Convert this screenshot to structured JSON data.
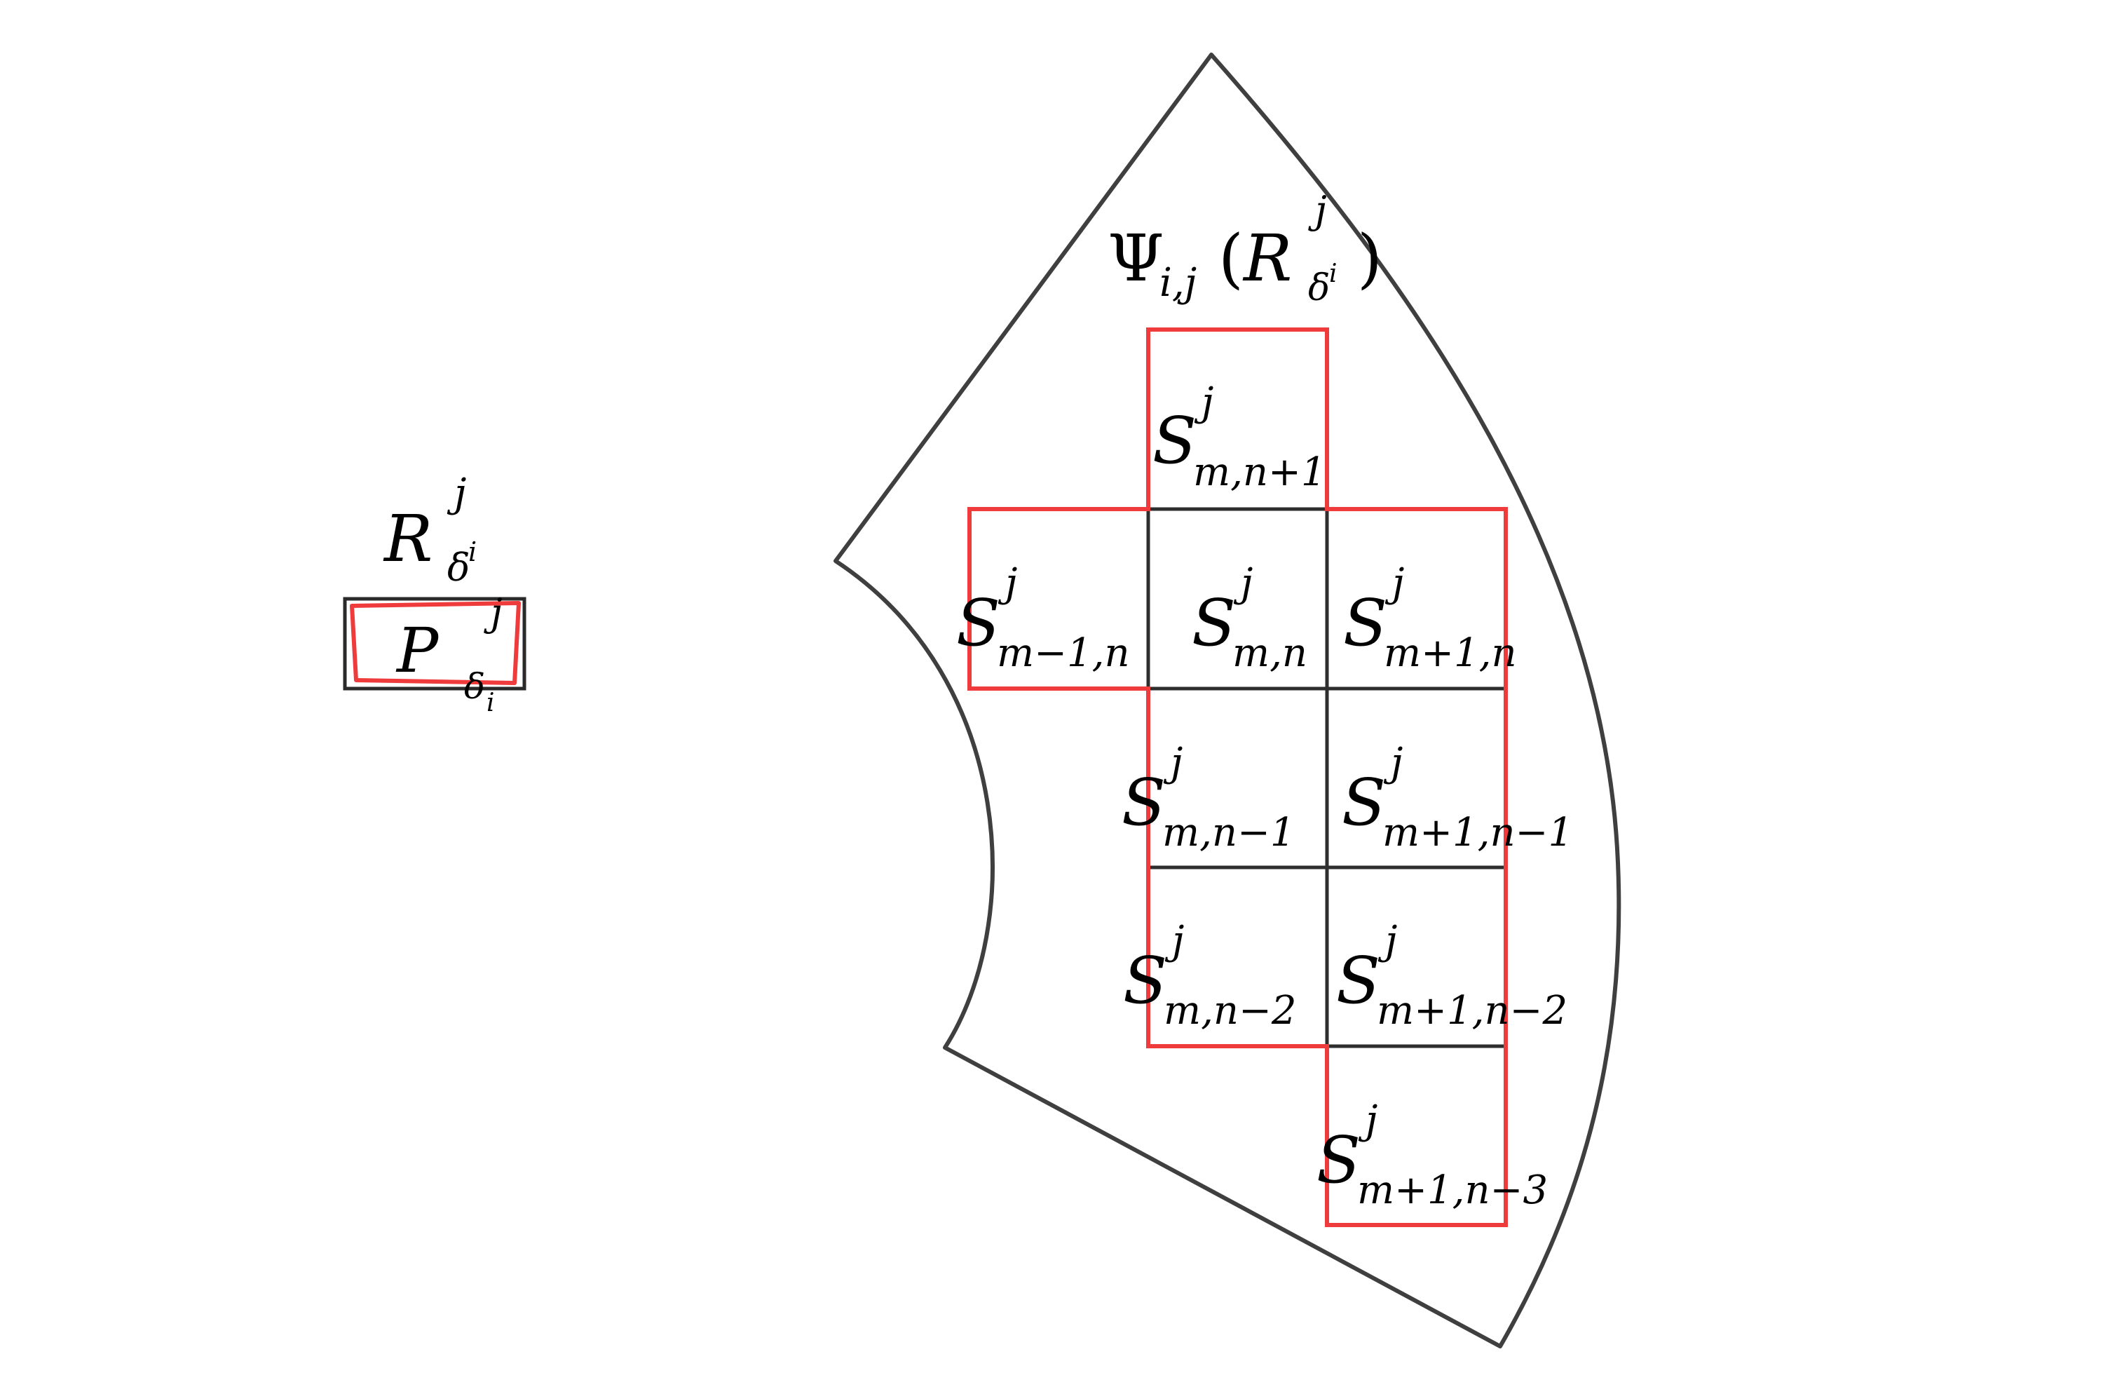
{
  "colors": {
    "outline": "#3f3f3f",
    "highlight": "#ef3b3b",
    "grid": "#2e2e2e",
    "text": "#000000"
  },
  "labels": {
    "rect_main": "R",
    "rect_sup": "j",
    "rect_sub": "δ",
    "rect_subsub": "i",
    "poly_main": "P",
    "poly_sup": "j",
    "poly_sub": "δ",
    "poly_subsub": "i",
    "psi_symbol": "Ψ",
    "psi_sub": "i,j",
    "psi_open": "(",
    "psi_inner": "R",
    "psi_inner_sup": "j",
    "psi_inner_sub": "δ",
    "psi_inner_subsub": "i",
    "psi_close": ")"
  },
  "cells": [
    {
      "main": "S",
      "sup": "j",
      "sub": "m,n+1"
    },
    {
      "main": "S",
      "sup": "j",
      "sub": "m−1,n"
    },
    {
      "main": "S",
      "sup": "j",
      "sub": "m,n"
    },
    {
      "main": "S",
      "sup": "j",
      "sub": "m+1,n"
    },
    {
      "main": "S",
      "sup": "j",
      "sub": "m,n−1"
    },
    {
      "main": "S",
      "sup": "j",
      "sub": "m+1,n−1"
    },
    {
      "main": "S",
      "sup": "j",
      "sub": "m,n−2"
    },
    {
      "main": "S",
      "sup": "j",
      "sub": "m+1,n−2"
    },
    {
      "main": "S",
      "sup": "j",
      "sub": "m+1,n−3"
    }
  ]
}
